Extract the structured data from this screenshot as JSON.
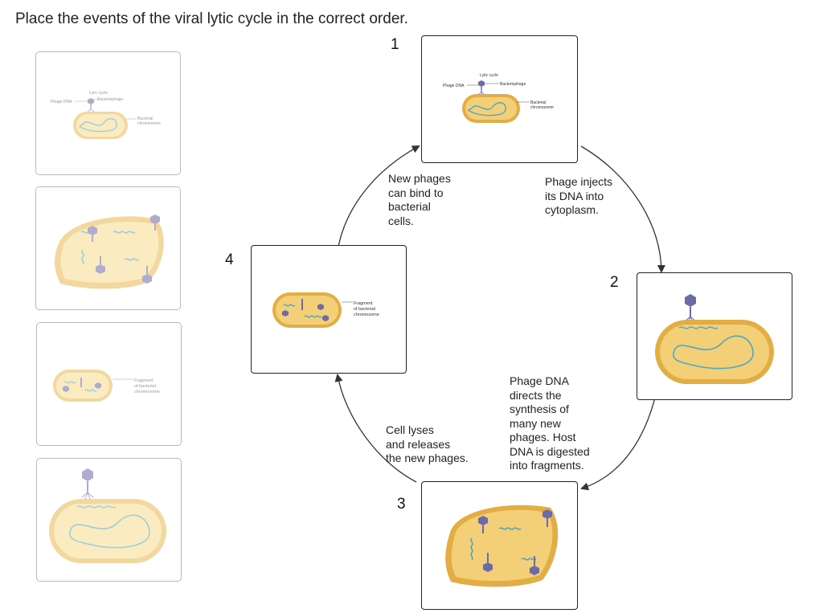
{
  "question": "Place the events of the viral lytic cycle in the correct order.",
  "slot_numbers": [
    "1",
    "2",
    "3",
    "4"
  ],
  "captions": {
    "step1_to_2": [
      "Phage injects",
      "its DNA into",
      "cytoplasm."
    ],
    "step2_to_3": [
      "Phage DNA",
      "directs the",
      "synthesis of",
      "many new",
      "phages. Host",
      "DNA is digested",
      "into fragments."
    ],
    "step3_to_4": [
      "Cell lyses",
      "and releases",
      "the new phages."
    ],
    "step4_to_1": [
      "New phages",
      "can bind to",
      "bacterial",
      "cells."
    ]
  },
  "figure_labels": {
    "title": "Lytic cycle",
    "phage_dna": "Phage DNA",
    "bacteriophage": "Bacteriophage",
    "bacterial_chromosome": [
      "Bacterial",
      "chromosome"
    ],
    "fragment": [
      "Fragment",
      "of bacterial",
      "chromosome"
    ]
  },
  "colors": {
    "cell_fill": "#f3cf78",
    "cell_rim": "#e2ad45",
    "dna": "#4fa8c0",
    "phage_head": "#6d6aa8",
    "arrow": "#333333"
  },
  "icons": [
    "arrow-head-icon",
    "bacteriophage-icon"
  ]
}
